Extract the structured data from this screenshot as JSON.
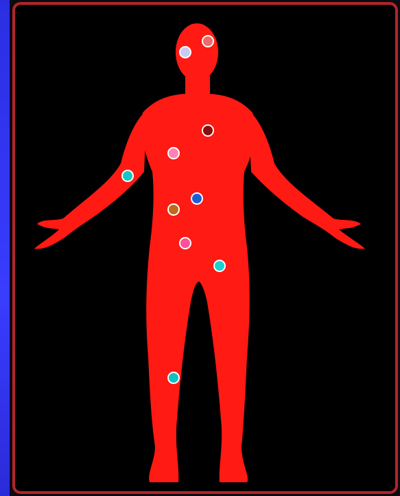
{
  "colors": {
    "background_strip": "#3a3cff",
    "panel_border": "#b2252a",
    "panel_fill": "#000000",
    "body_fill": "#ff1a14"
  },
  "body_figure": {
    "icon": "human-body-silhouette-icon"
  },
  "markers": [
    {
      "name": "marker-head-right",
      "color": "#ef6b66"
    },
    {
      "name": "marker-head-left",
      "color": "#c9c9f2"
    },
    {
      "name": "marker-chest-right",
      "color": "#8b0d10"
    },
    {
      "name": "marker-chest-left",
      "color": "#ff82b4"
    },
    {
      "name": "marker-arm-left",
      "color": "#12c7c4"
    },
    {
      "name": "marker-abdomen-center",
      "color": "#1d5ed6"
    },
    {
      "name": "marker-abdomen-left",
      "color": "#c06a1a"
    },
    {
      "name": "marker-pelvis",
      "color": "#ff4f9a"
    },
    {
      "name": "marker-thigh-right",
      "color": "#16d3d1"
    },
    {
      "name": "marker-shin-left",
      "color": "#13bfc1"
    }
  ]
}
